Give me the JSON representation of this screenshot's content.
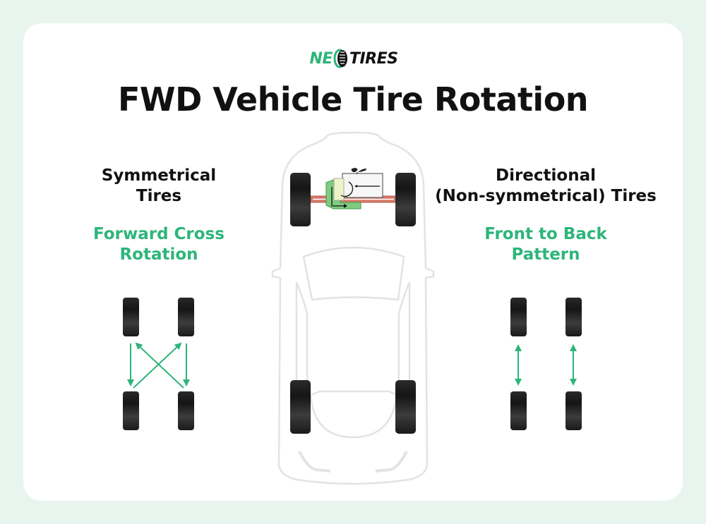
{
  "brand": {
    "logo_left": "NE",
    "logo_right": "TIRES",
    "logo_icon": "tire-icon"
  },
  "title": "FWD Vehicle Tire Rotation",
  "colors": {
    "accent_green": "#2db57a",
    "background": "#e8f5ef",
    "card": "#ffffff",
    "tire": "#1c1c1c",
    "car_outline": "#e2e2e2",
    "axle_red": "#c8695a",
    "engine_green": "#7fcc7f"
  },
  "left_panel": {
    "heading_lines": [
      "Symmetrical",
      "Tires"
    ],
    "pattern_lines": [
      "Forward Cross",
      "Rotation"
    ],
    "diagram": {
      "tires": [
        "front-left",
        "front-right",
        "rear-left",
        "rear-right"
      ],
      "arrows": [
        {
          "from": "front-left",
          "to": "rear-left",
          "kind": "straight"
        },
        {
          "from": "front-right",
          "to": "rear-right",
          "kind": "straight"
        },
        {
          "from": "rear-left",
          "to": "front-right",
          "kind": "cross"
        },
        {
          "from": "rear-right",
          "to": "front-left",
          "kind": "cross"
        }
      ]
    }
  },
  "right_panel": {
    "heading_lines": [
      "Directional",
      "(Non-symmetrical) Tires"
    ],
    "pattern_lines": [
      "Front to Back",
      "Pattern"
    ],
    "diagram": {
      "tires": [
        "front-left",
        "front-right",
        "rear-left",
        "rear-right"
      ],
      "arrows": [
        {
          "between": [
            "front-left",
            "rear-left"
          ],
          "kind": "double"
        },
        {
          "between": [
            "front-right",
            "rear-right"
          ],
          "kind": "double"
        }
      ]
    }
  },
  "center": {
    "vehicle": "top-down car outline",
    "drivetrain": "front-wheel drive engine and front axle"
  }
}
